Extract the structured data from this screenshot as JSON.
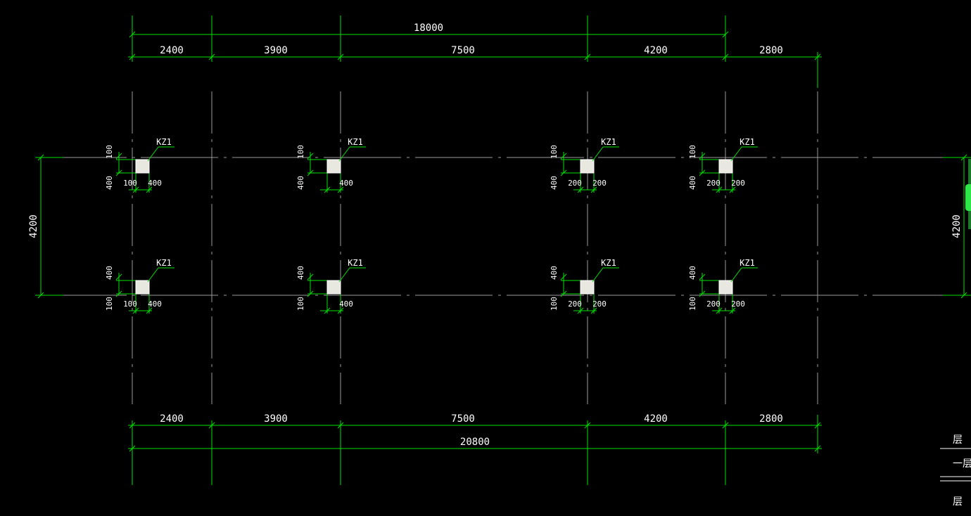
{
  "drawing": {
    "top_overall": "18000",
    "bottom_overall": "20800",
    "bays_top": [
      "2400",
      "3900",
      "7500",
      "4200",
      "2800"
    ],
    "bays_bottom": [
      "2400",
      "3900",
      "7500",
      "4200",
      "2800"
    ],
    "left_span": "4200",
    "right_span": "4200",
    "column_tag": "KZ1",
    "columns_row1": [
      {
        "tag": "KZ1",
        "v_top": "100",
        "v_bot": "400",
        "h_left": "100",
        "h_right": "400"
      },
      {
        "tag": "KZ1",
        "v_top": "100",
        "v_bot": "400",
        "h_left": "",
        "h_right": "400"
      },
      {
        "tag": "KZ1",
        "v_top": "100",
        "v_bot": "400",
        "h_left": "200",
        "h_right": "200"
      },
      {
        "tag": "KZ1",
        "v_top": "100",
        "v_bot": "400",
        "h_left": "200",
        "h_right": "200"
      }
    ],
    "columns_row2": [
      {
        "tag": "KZ1",
        "v_top": "400",
        "v_bot": "100",
        "h_left": "100",
        "h_right": "400"
      },
      {
        "tag": "KZ1",
        "v_top": "400",
        "v_bot": "100",
        "h_left": "",
        "h_right": "400"
      },
      {
        "tag": "KZ1",
        "v_top": "400",
        "v_bot": "100",
        "h_left": "200",
        "h_right": "200"
      },
      {
        "tag": "KZ1",
        "v_top": "400",
        "v_bot": "100",
        "h_left": "200",
        "h_right": "200"
      }
    ]
  },
  "side_panel": {
    "fragments": [
      "层",
      "一层",
      "层"
    ]
  },
  "colors": {
    "background": "#000000",
    "dimension": "#00e000",
    "axis": "#9a9a9a",
    "column_fill": "#e8e8e0",
    "scrollbar": "#2ee84a"
  }
}
